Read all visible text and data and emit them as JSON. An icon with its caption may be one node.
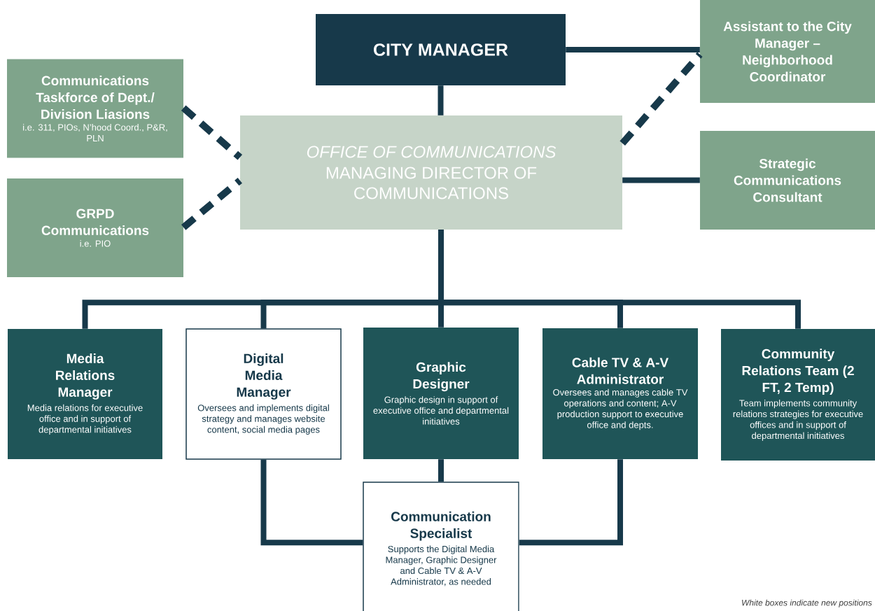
{
  "diagram": {
    "nodes": [
      {
        "text": [
          "CITY MANAGER"
        ]
      },
      {
        "text": [
          "Assistant to the City Manager – Neighborhood Coordinator"
        ]
      },
      {
        "text": [
          "Communications Taskforce of Dept./ Division Liasions",
          "i.e. 311, PIOs, N’hood Coord., P&R, PLN"
        ]
      },
      {
        "text": [
          "OFFICE OF COMMUNICATIONS",
          "MANAGING DIRECTOR OF COMMUNICATIONS"
        ]
      },
      {
        "text": [
          "Strategic Communications Consultant"
        ]
      },
      {
        "text": [
          "GRPD Communications",
          "i.e. PIO"
        ]
      },
      {
        "text": [
          "Media Relations Manager",
          "Media relations for executive office and in support of departmental initiatives"
        ]
      },
      {
        "text": [
          "Digital Media Manager",
          "Oversees and implements digital strategy and manages website content, social media pages"
        ]
      },
      {
        "text": [
          "Graphic Designer",
          "Graphic design in support of executive office and departmental initiatives"
        ]
      },
      {
        "text": [
          "Cable TV & A-V Administrator",
          "Oversees and manages cable TV operations and content; A-V production support to executive office and depts."
        ]
      },
      {
        "text": [
          "Community Relations Team (2 FT, 2 Temp)",
          "Team implements community relations strategies for executive offices and in support of departmental initiatives"
        ]
      },
      {
        "text": [
          "Communication Specialist",
          "Supports the Digital Media Manager, Graphic Designer and Cable TV & A-V Administrator, as needed"
        ]
      }
    ],
    "edges": [
      {
        "from": 0,
        "to": 1,
        "arrow": "none"
      },
      {
        "from": 0,
        "to": 3,
        "arrow": "none"
      },
      {
        "from": 3,
        "to": 1,
        "arrow": "none",
        "style": "dashed"
      },
      {
        "from": 2,
        "to": 3,
        "arrow": "none",
        "style": "dashed"
      },
      {
        "from": 5,
        "to": 3,
        "arrow": "none",
        "style": "dashed"
      },
      {
        "from": 3,
        "to": 4,
        "arrow": "none"
      },
      {
        "from": 3,
        "to": 6,
        "arrow": "none"
      },
      {
        "from": 3,
        "to": 7,
        "arrow": "none"
      },
      {
        "from": 3,
        "to": 8,
        "arrow": "none"
      },
      {
        "from": 3,
        "to": 9,
        "arrow": "none"
      },
      {
        "from": 3,
        "to": 10,
        "arrow": "none"
      },
      {
        "from": 8,
        "to": 11,
        "arrow": "none"
      },
      {
        "from": 7,
        "to": 11,
        "arrow": "none"
      },
      {
        "from": 9,
        "to": 11,
        "arrow": "none"
      }
    ],
    "labels": [
      "White boxes indicate new positions"
    ]
  }
}
